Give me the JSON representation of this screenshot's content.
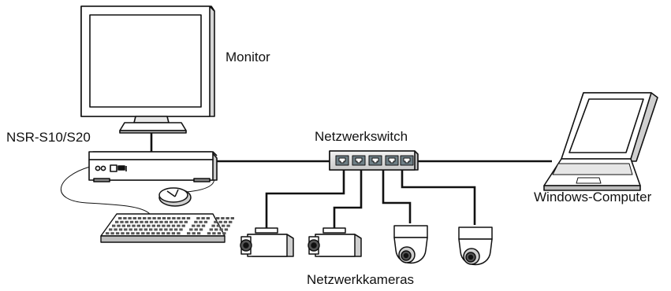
{
  "labels": {
    "monitor": "Monitor",
    "recorder": "NSR-S10/S20",
    "switch": "Netzwerkswitch",
    "computer": "Windows-Computer",
    "cameras": "Netzwerkkameras"
  },
  "colors": {
    "line": "#111111",
    "device_fill": "#ffffff",
    "device_shade": "#d9d9d9",
    "dark_shade": "#8c8c8c",
    "port": "#6e7f86"
  },
  "icons": [
    "monitor-icon",
    "recorder-icon",
    "mouse-icon",
    "keyboard-icon",
    "network-switch-icon",
    "laptop-icon",
    "box-camera-icon",
    "dome-camera-icon"
  ]
}
